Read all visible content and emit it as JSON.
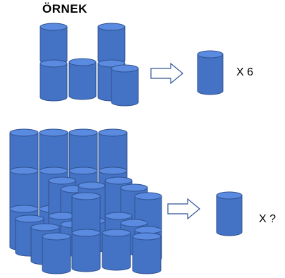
{
  "title": "ÖRNEK",
  "example": {
    "multiplier_label": "X 6"
  },
  "question": {
    "multiplier_label": "X ?"
  },
  "colors": {
    "cylinder_fill": "#4472c4",
    "cylinder_top": "#5b8be0",
    "cylinder_stroke": "#2f528f",
    "arrow_stroke": "#2f5597",
    "arrow_fill": "#ffffff"
  },
  "icons": {
    "arrow": "right-block-arrow-icon",
    "unit": "cylinder-icon"
  }
}
